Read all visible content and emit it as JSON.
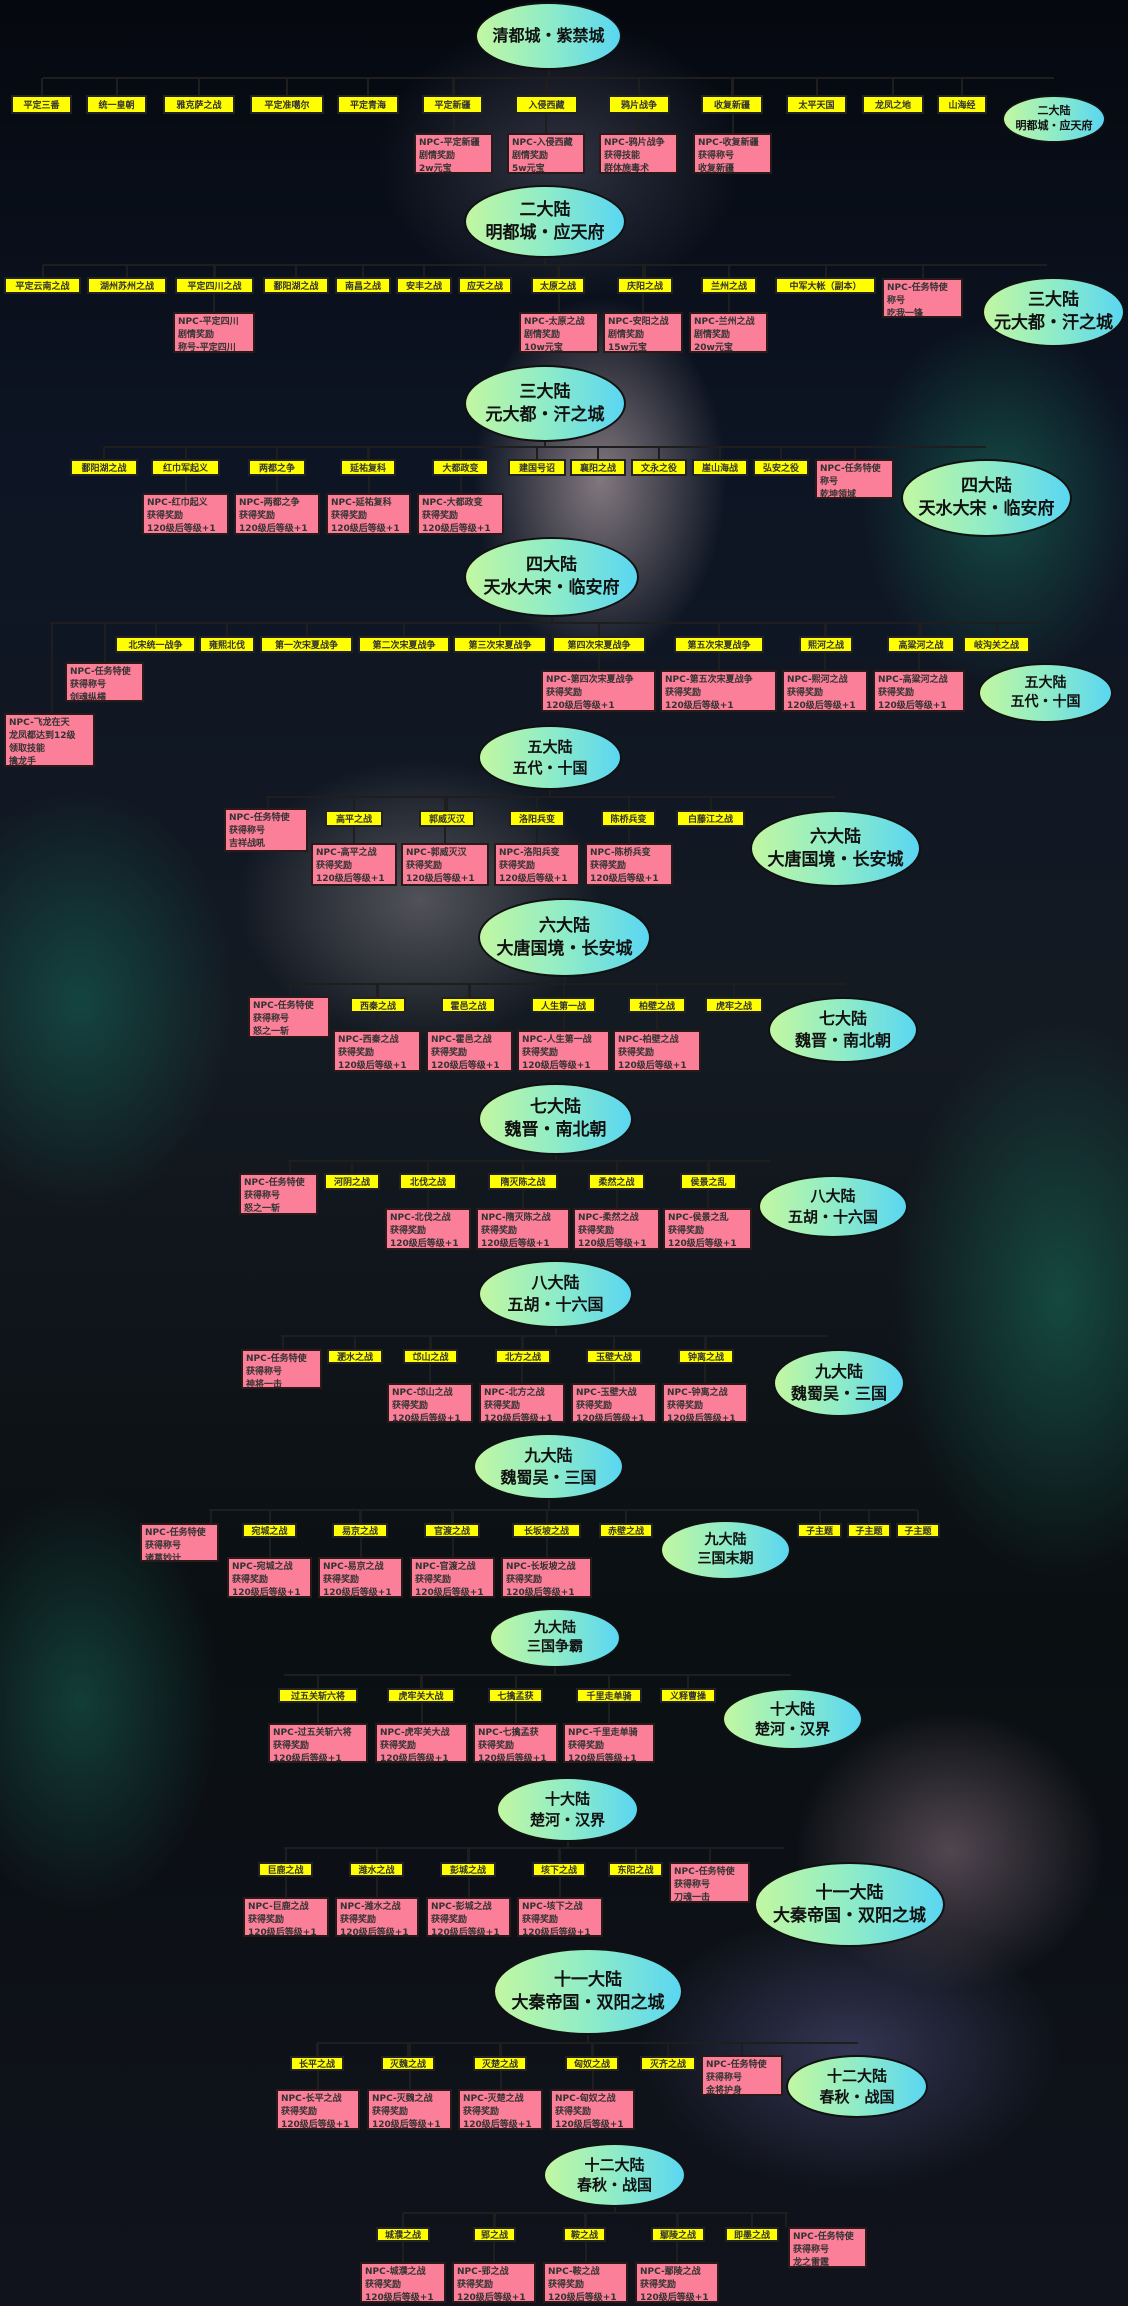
{
  "colors": {
    "battle": "#ffff00",
    "reward": "#fb7f98",
    "node_left": "#c2f7a2",
    "node_right": "#5ad6f2"
  },
  "sections": [
    {
      "center": [
        "清都城・紫禁城"
      ],
      "battles": [
        "平定三番",
        "统一皇朝",
        "雅克萨之战",
        "平定准噶尔",
        "平定青海",
        "平定新疆",
        "入侵西藏",
        "鸦片战争",
        "收复新疆",
        "太平天国",
        "龙凤之地",
        "山海经"
      ],
      "rewards": [
        [
          "NPC-平定新疆",
          "剧情奖励",
          "2w元宝"
        ],
        [
          "NPC-入侵西藏",
          "剧情奖励",
          "5w元宝"
        ],
        [
          "NPC-鸦片战争",
          "获得技能",
          "群体施毒术"
        ],
        [
          "NPC-收复新疆",
          "获得称号",
          "收复新疆"
        ]
      ],
      "npcs": [],
      "next": [
        "二大陆",
        "明都城・应天府"
      ]
    },
    {
      "center": [
        "二大陆",
        "明都城・应天府"
      ],
      "battles": [
        "平定云南之战",
        "湖州苏州之战",
        "平定四川之战",
        "鄱阳湖之战",
        "南昌之战",
        "安丰之战",
        "应天之战",
        "太原之战",
        "庆阳之战",
        "兰州之战",
        "中军大帐（副本）"
      ],
      "rewards": [
        [
          "NPC-平定四川",
          "剧情奖励",
          "称号-平定四川"
        ],
        [
          "NPC-太原之战",
          "剧情奖励",
          "10w元宝"
        ],
        [
          "NPC-安阳之战",
          "剧情奖励",
          "15w元宝"
        ],
        [
          "NPC-兰州之战",
          "剧情奖励",
          "20w元宝"
        ]
      ],
      "npcs": [
        [
          "NPC-任务特使",
          "称号",
          "吃我一锋"
        ]
      ],
      "next": [
        "三大陆",
        "元大都・汗之城"
      ]
    },
    {
      "center": [
        "三大陆",
        "元大都・汗之城"
      ],
      "battles": [
        "鄱阳湖之战",
        "红巾军起义",
        "两都之争",
        "延祐复科",
        "大都政变",
        "建国号诏",
        "襄阳之战",
        "文永之役",
        "崖山海战",
        "弘安之役"
      ],
      "rewards": [
        [
          "NPC-红巾起义",
          "获得奖励",
          "120级后等级+1"
        ],
        [
          "NPC-两都之争",
          "获得奖励",
          "120级后等级+1"
        ],
        [
          "NPC-延祐复科",
          "获得奖励",
          "120级后等级+1"
        ],
        [
          "NPC-大都政变",
          "获得奖励",
          "120级后等级+1"
        ]
      ],
      "npcs": [
        [
          "NPC-任务特使",
          "称号",
          "乾坤領域"
        ]
      ],
      "next": [
        "四大陆",
        "天水大宋・临安府"
      ]
    },
    {
      "center": [
        "四大陆",
        "天水大宋・临安府"
      ],
      "battles": [
        "北宋统一战争",
        "雍熙北伐",
        "第一次宋夏战争",
        "第二次宋夏战争",
        "第三次宋夏战争",
        "第四次宋夏战争",
        "第五次宋夏战争",
        "熙河之战",
        "高粱河之战",
        "岐沟关之战"
      ],
      "rewards": [
        [
          "NPC-第四次宋夏战争",
          "获得奖励",
          "120级后等级+1"
        ],
        [
          "NPC-第五次宋夏战争",
          "获得奖励",
          "120级后等级+1"
        ],
        [
          "NPC-熙河之战",
          "获得奖励",
          "120级后等级+1"
        ],
        [
          "NPC-高粱河之战",
          "获得奖励",
          "120级后等级+1"
        ]
      ],
      "npcs": [
        [
          "NPC-任务特使",
          "获得称号",
          "剑魂纵横"
        ],
        [
          "NPC-飞龙在天",
          "龙凤都达到12级",
          "领取技能",
          "擒龙手"
        ]
      ],
      "next": [
        "五大陆",
        "五代・十国"
      ]
    },
    {
      "center": [
        "五大陆",
        "五代・十国"
      ],
      "battles": [
        "高平之战",
        "郭威灭汉",
        "洛阳兵变",
        "陈桥兵变",
        "白藤江之战"
      ],
      "rewards": [
        [
          "NPC-高平之战",
          "获得奖励",
          "120级后等级+1"
        ],
        [
          "NPC-郭威灭汉",
          "获得奖励",
          "120级后等级+1"
        ],
        [
          "NPC-洛阳兵变",
          "获得奖励",
          "120级后等级+1"
        ],
        [
          "NPC-陈桥兵变",
          "获得奖励",
          "120级后等级+1"
        ]
      ],
      "npcs": [
        [
          "NPC-任务特使",
          "获得称号",
          "吉祥战吼"
        ]
      ],
      "next": [
        "六大陆",
        "大唐国境・长安城"
      ]
    },
    {
      "center": [
        "六大陆",
        "大唐国境・长安城"
      ],
      "battles": [
        "西秦之战",
        "霍邑之战",
        "人生第一战",
        "柏壁之战",
        "虎牢之战"
      ],
      "rewards": [
        [
          "NPC-西秦之战",
          "获得奖励",
          "120级后等级+1"
        ],
        [
          "NPC-霍邑之战",
          "获得奖励",
          "120级后等级+1"
        ],
        [
          "NPC-人生第一战",
          "获得奖励",
          "120级后等级+1"
        ],
        [
          "NPC-柏壁之战",
          "获得奖励",
          "120级后等级+1"
        ]
      ],
      "npcs": [
        [
          "NPC-任务特使",
          "获得称号",
          "怒之一斩"
        ]
      ],
      "next": [
        "七大陆",
        "魏晋・南北朝"
      ]
    },
    {
      "center": [
        "七大陆",
        "魏晋・南北朝"
      ],
      "battles": [
        "河阴之战",
        "北伐之战",
        "隋灭陈之战",
        "柔然之战",
        "侯景之乱"
      ],
      "rewards": [
        [
          "NPC-北伐之战",
          "获得奖励",
          "120级后等级+1"
        ],
        [
          "NPC-隋灭陈之战",
          "获得奖励",
          "120级后等级+1"
        ],
        [
          "NPC-柔然之战",
          "获得奖励",
          "120级后等级+1"
        ],
        [
          "NPC-侯景之乱",
          "获得奖励",
          "120级后等级+1"
        ]
      ],
      "npcs": [
        [
          "NPC-任务特使",
          "获得称号",
          "怒之一斩"
        ]
      ],
      "next": [
        "八大陆",
        "五胡・十六国"
      ]
    },
    {
      "center": [
        "八大陆",
        "五胡・十六国"
      ],
      "battles": [
        "淝水之战",
        "邙山之战",
        "北方之战",
        "玉壁大战",
        "钟离之战"
      ],
      "rewards": [
        [
          "NPC-邙山之战",
          "获得奖励",
          "120级后等级+1"
        ],
        [
          "NPC-北方之战",
          "获得奖励",
          "120级后等级+1"
        ],
        [
          "NPC-玉壁大战",
          "获得奖励",
          "120级后等级+1"
        ],
        [
          "NPC-钟离之战",
          "获得奖励",
          "120级后等级+1"
        ]
      ],
      "npcs": [
        [
          "NPC-任务特使",
          "获得称号",
          "神将一击"
        ]
      ],
      "next": [
        "九大陆",
        "魏蜀吴・三国"
      ]
    },
    {
      "center": [
        "九大陆",
        "魏蜀吴・三国"
      ],
      "battles": [
        "宛城之战",
        "易京之战",
        "官渡之战",
        "长坂坡之战",
        "赤壁之战",
        "子主题",
        "子主题",
        "子主题"
      ],
      "rewards": [
        [
          "NPC-宛城之战",
          "获得奖励",
          "120级后等级+1"
        ],
        [
          "NPC-易京之战",
          "获得奖励",
          "120级后等级+1"
        ],
        [
          "NPC-官渡之战",
          "获得奖励",
          "120级后等级+1"
        ],
        [
          "NPC-长坂坡之战",
          "获得奖励",
          "120级后等级+1"
        ]
      ],
      "npcs": [
        [
          "NPC-任务特使",
          "获得称号",
          "诸葛妙计"
        ]
      ],
      "next": [
        "九大陆",
        "三国末期"
      ]
    },
    {
      "center": [
        "九大陆",
        "三国争霸"
      ],
      "battles": [
        "过五关斩六将",
        "虎牢关大战",
        "七擒孟获",
        "千里走单骑",
        "义释曹操"
      ],
      "rewards": [
        [
          "NPC-过五关斩六将",
          "获得奖励",
          "120级后等级+1"
        ],
        [
          "NPC-虎牢关大战",
          "获得奖励",
          "120级后等级+1"
        ],
        [
          "NPC-七擒孟获",
          "获得奖励",
          "120级后等级+1"
        ],
        [
          "NPC-千里走单骑",
          "获得奖励",
          "120级后等级+1"
        ]
      ],
      "npcs": [],
      "next": [
        "十大陆",
        "楚河・汉界"
      ]
    },
    {
      "center": [
        "十大陆",
        "楚河・汉界"
      ],
      "battles": [
        "巨鹿之战",
        "潍水之战",
        "彭城之战",
        "垓下之战",
        "东阳之战"
      ],
      "rewards": [
        [
          "NPC-巨鹿之战",
          "获得奖励",
          "120级后等级+1"
        ],
        [
          "NPC-潍水之战",
          "获得奖励",
          "120级后等级+1"
        ],
        [
          "NPC-彭城之战",
          "获得奖励",
          "120级后等级+1"
        ],
        [
          "NPC-垓下之战",
          "获得奖励",
          "120级后等级+1"
        ]
      ],
      "npcs": [
        [
          "NPC-任务特使",
          "获得称号",
          "刀魂一击"
        ]
      ],
      "next": [
        "十一大陆",
        "大秦帝国・双阳之城"
      ]
    },
    {
      "center": [
        "十一大陆",
        "大秦帝国・双阳之城"
      ],
      "battles": [
        "长平之战",
        "灭魏之战",
        "灭楚之战",
        "匈奴之战",
        "灭齐之战"
      ],
      "rewards": [
        [
          "NPC-长平之战",
          "获得奖励",
          "120级后等级+1"
        ],
        [
          "NPC-灭魏之战",
          "获得奖励",
          "120级后等级+1"
        ],
        [
          "NPC-灭楚之战",
          "获得奖励",
          "120级后等级+1"
        ],
        [
          "NPC-匈奴之战",
          "获得奖励",
          "120级后等级+1"
        ]
      ],
      "npcs": [
        [
          "NPC-任务特使",
          "获得称号",
          "金将护身"
        ]
      ],
      "next": [
        "十二大陆",
        "春秋・战国"
      ]
    },
    {
      "center": [
        "十二大陆",
        "春秋・战国"
      ],
      "battles": [
        "城濮之战",
        "郢之战",
        "鞍之战",
        "鄢陵之战",
        "即墨之战"
      ],
      "rewards": [
        [
          "NPC-城濮之战",
          "获得奖励",
          "120级后等级+1"
        ],
        [
          "NPC-郢之战",
          "获得奖励",
          "120级后等级+1"
        ],
        [
          "NPC-鞍之战",
          "获得奖励",
          "120级后等级+1"
        ],
        [
          "NPC-鄢陵之战",
          "获得奖励",
          "120级后等级+1"
        ]
      ],
      "npcs": [
        [
          "NPC-任务特使",
          "获得称号",
          "龙之雷霆"
        ]
      ],
      "next": null
    }
  ]
}
